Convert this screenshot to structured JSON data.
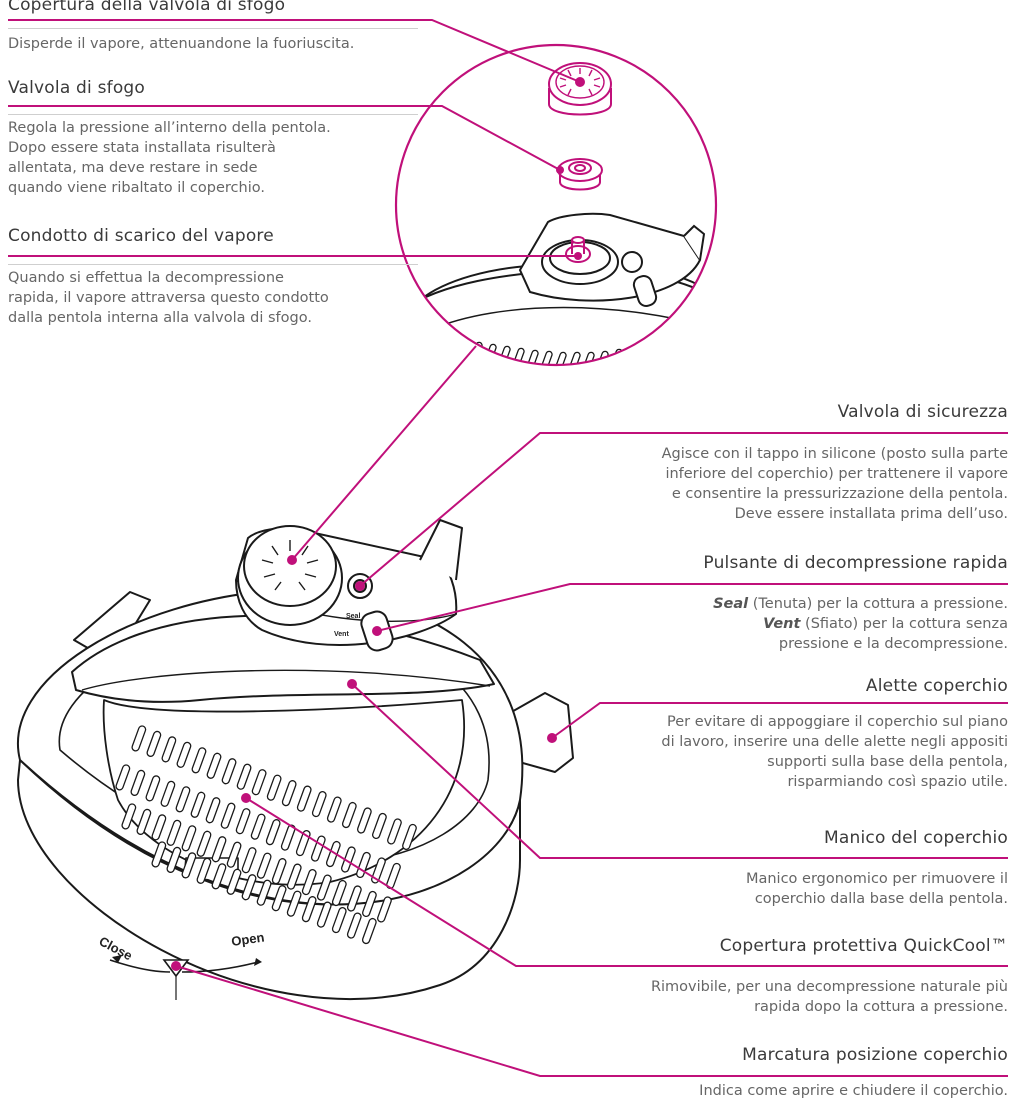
{
  "colors": {
    "accent": "#c0107a",
    "outline": "#1a1a1a",
    "rule": "#cfcfcf"
  },
  "left_labels": [
    {
      "title": "Copertura della valvola di sfogo",
      "desc": "Disperde il vapore, attenuandone la fuoriuscita."
    },
    {
      "title": "Valvola di sfogo",
      "desc_lines": [
        "Regola la pressione all’interno della pentola.",
        "Dopo essere stata installata risulterà",
        "allentata, ma deve restare in sede",
        "quando viene ribaltato il coperchio."
      ]
    },
    {
      "title": "Condotto di scarico del vapore",
      "desc_lines": [
        "Quando si effettua la decompressione",
        "rapida, il vapore attraversa questo condotto",
        "dalla pentola interna alla valvola di sfogo."
      ]
    }
  ],
  "right_labels": [
    {
      "title": "Valvola di sicurezza",
      "desc_lines": [
        "Agisce con il tappo in silicone (posto sulla parte",
        "inferiore del coperchio) per trattenere il vapore",
        "e consentire la pressurizzazione della pentola.",
        "Deve essere installata prima dell’uso."
      ]
    },
    {
      "title": "Pulsante di decompressione rapida",
      "seal_word": "Seal",
      "seal_rest": " (Tenuta) per la cottura a pressione.",
      "vent_word": "Vent",
      "vent_rest": " (Sfiato) per la cottura senza",
      "vent_line2": "pressione e la decompressione."
    },
    {
      "title": "Alette coperchio",
      "desc_lines": [
        "Per evitare di appoggiare il coperchio sul piano",
        "di lavoro, inserire una delle alette negli appositi",
        "supporti sulla base della pentola,",
        "risparmiando così spazio utile."
      ]
    },
    {
      "title": "Manico del coperchio",
      "desc_lines": [
        "Manico ergonomico per rimuovere il",
        "coperchio dalla base della pentola."
      ]
    },
    {
      "title": "Copertura protettiva QuickCool™",
      "desc_lines": [
        "Rimovibile, per una decompressione naturale più",
        "rapida dopo la cottura a pressione."
      ]
    },
    {
      "title": "Marcatura posizione coperchio",
      "desc": "Indica come aprire e chiudere il coperchio."
    }
  ],
  "lid_markings": {
    "close": "Close",
    "open": "Open",
    "seal": "Seal",
    "vent": "Vent"
  }
}
